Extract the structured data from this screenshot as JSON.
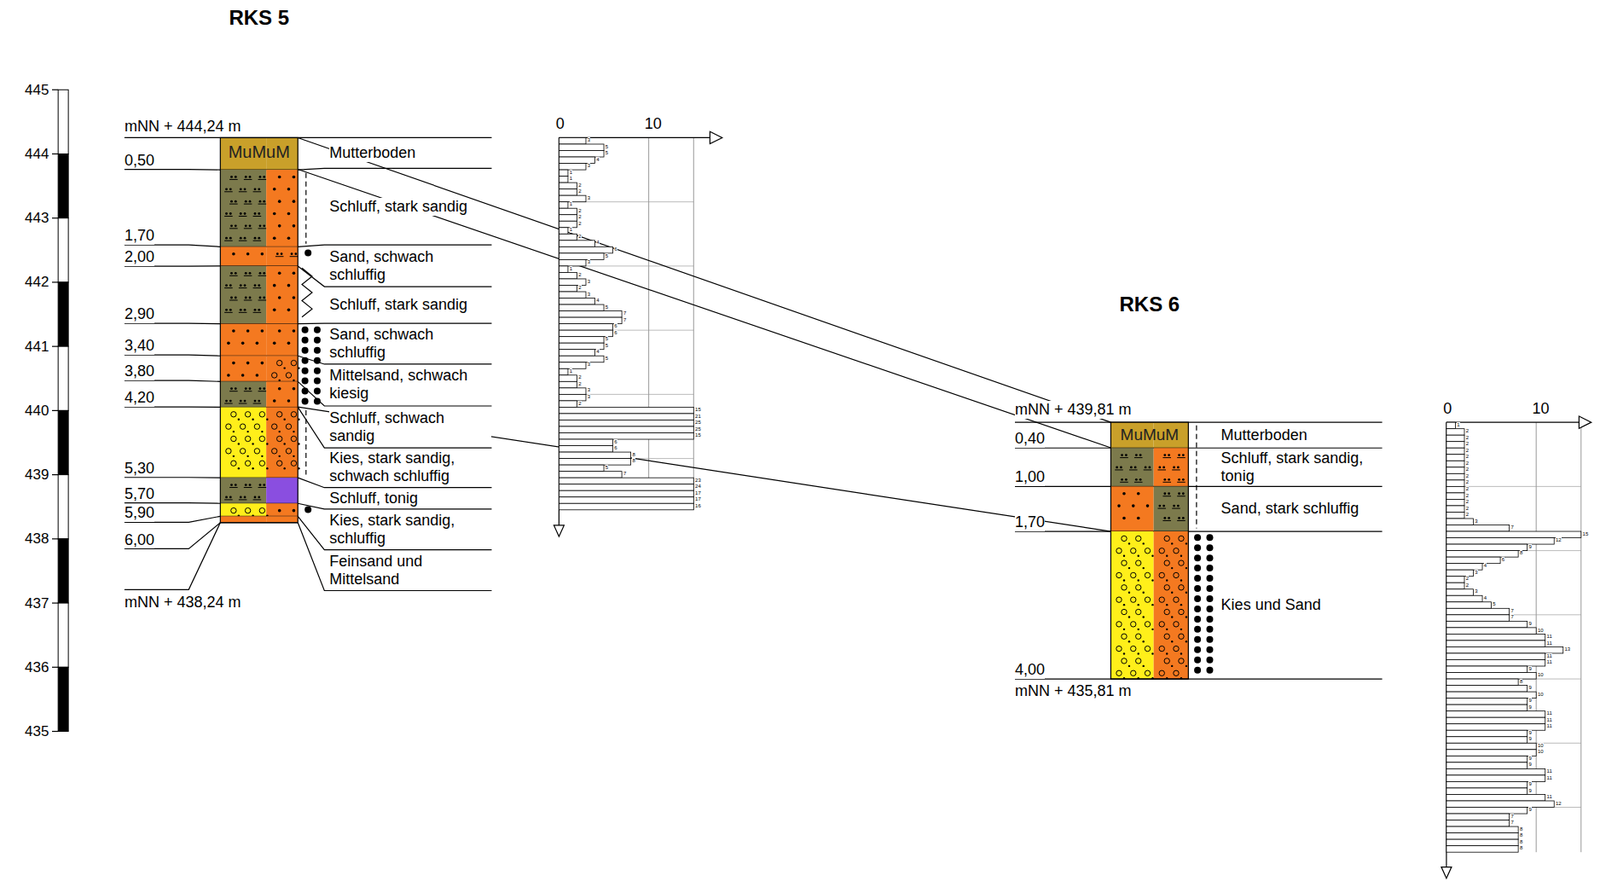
{
  "diagram": {
    "labels": [
      "RKS 5",
      "RKS 6",
      "445",
      "444",
      "443",
      "442",
      "441",
      "440",
      "439",
      "438",
      "437",
      "436",
      "435",
      "mNN + 444,24 m",
      "0,50",
      "1,70",
      "2,00",
      "2,90",
      "3,40",
      "3,80",
      "4,20",
      "5,30",
      "5,70",
      "5,90",
      "6,00",
      "mNN + 438,24 m",
      "MuMuM",
      "Mutterboden",
      "Schluff, stark sandig",
      "Sand, schwach schluffig",
      "Schluff, stark sandig",
      "Sand, schwach schluffig",
      "Mittelsand, schwach kiesig",
      "Schluff, schwach sandig",
      "Kies, stark sandig, schwach schluffig",
      "Schluff, tonig",
      "Kies, stark sandig, schluffig",
      "Feinsand und Mittelsand",
      "0",
      "10",
      "mNN + 439,81 m",
      "0,40",
      "1,00",
      "1,70",
      "4,00",
      "mNN + 435,81 m",
      "MuMuM",
      "Mutterboden",
      "Schluff, stark sandig, tonig",
      "Sand, stark schluffig",
      "Kies und Sand",
      "0",
      "10",
      "3",
      "5",
      "5",
      "4",
      "3",
      "1",
      "1",
      "2",
      "2",
      "3",
      "1",
      "2",
      "2",
      "2",
      "1",
      "2",
      "4",
      "6",
      "5",
      "3",
      "1",
      "2",
      "3",
      "2",
      "3",
      "4",
      "5",
      "7",
      "7",
      "6",
      "6",
      "5",
      "5",
      "4",
      "5",
      "3",
      "1",
      "2",
      "2",
      "3",
      "3",
      "2",
      "15",
      "21",
      "25",
      "25",
      "15",
      "6",
      "6",
      "8",
      "8",
      "5",
      "7",
      "23",
      "24",
      "17",
      "17",
      "16",
      "1",
      "2",
      "2",
      "2",
      "2",
      "2",
      "2",
      "2",
      "2",
      "2",
      "2",
      "2",
      "2",
      "2",
      "2",
      "3",
      "7",
      "15",
      "12",
      "9",
      "8",
      "6",
      "4",
      "3",
      "2",
      "2",
      "3",
      "4",
      "5",
      "7",
      "7",
      "9",
      "10",
      "11",
      "11",
      "13",
      "11",
      "11",
      "9",
      "10",
      "8",
      "9",
      "10",
      "9",
      "9",
      "11",
      "11",
      "11",
      "9",
      "9",
      "10",
      "10",
      "9",
      "9",
      "11",
      "11",
      "9",
      "9",
      "11",
      "12",
      "9",
      "7",
      "7",
      "8",
      "8",
      "8",
      "8"
    ]
  }
}
